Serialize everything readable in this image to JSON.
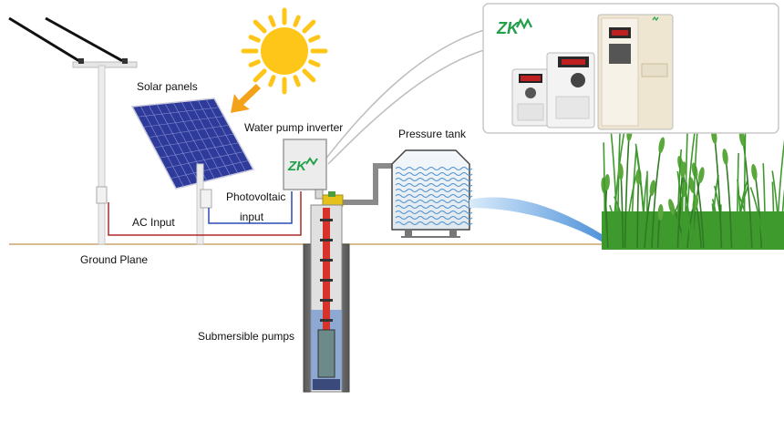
{
  "labels": {
    "solar_panels": "Solar panels",
    "water_pump_inverter": "Water pump inverter",
    "pressure_tank": "Pressure tank",
    "photovoltaic": "Photovoltaic",
    "input": "input",
    "ac_input": "AC Input",
    "ground_plane": "Ground Plane",
    "submersible_pumps": "Submersible pumps"
  },
  "brand": {
    "logo_text": "ZK",
    "color": "#22a04a"
  },
  "colors": {
    "sun": "#ffc61a",
    "sun_arrow": "#f5a21b",
    "panel": "#2f3b9a",
    "ac_wire": "#b02a2a",
    "pv_wire": "#2c48b8",
    "pump_shaft": "#d8332b",
    "water": "#6aa6e0",
    "grass": "#3f9a2e"
  }
}
